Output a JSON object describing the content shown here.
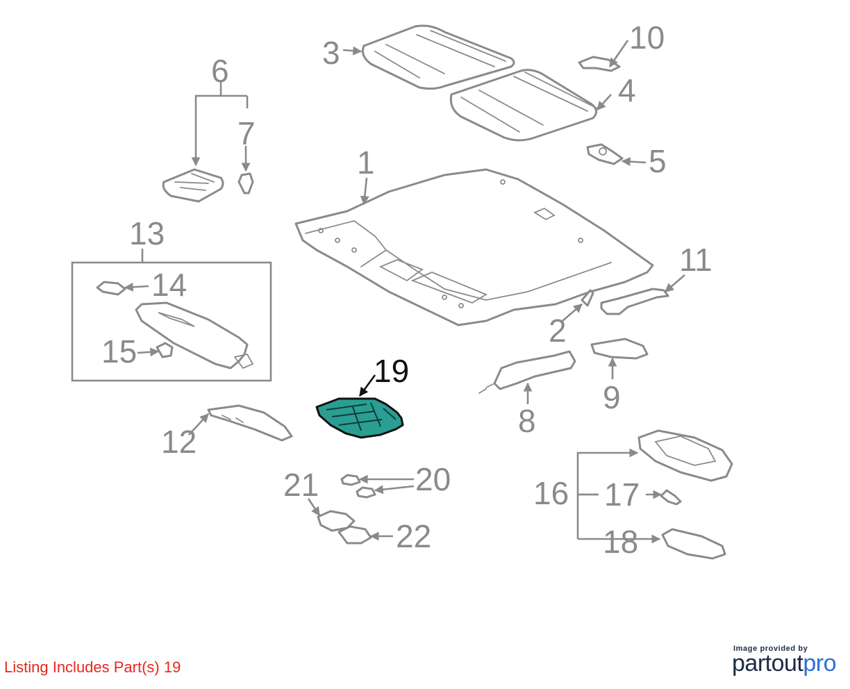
{
  "callouts": [
    {
      "id": "1",
      "label": "1"
    },
    {
      "id": "2",
      "label": "2"
    },
    {
      "id": "3",
      "label": "3"
    },
    {
      "id": "4",
      "label": "4"
    },
    {
      "id": "5",
      "label": "5"
    },
    {
      "id": "6",
      "label": "6"
    },
    {
      "id": "7",
      "label": "7"
    },
    {
      "id": "8",
      "label": "8"
    },
    {
      "id": "9",
      "label": "9"
    },
    {
      "id": "10",
      "label": "10"
    },
    {
      "id": "11",
      "label": "11"
    },
    {
      "id": "12",
      "label": "12"
    },
    {
      "id": "13",
      "label": "13"
    },
    {
      "id": "14",
      "label": "14"
    },
    {
      "id": "15",
      "label": "15"
    },
    {
      "id": "16",
      "label": "16"
    },
    {
      "id": "17",
      "label": "17"
    },
    {
      "id": "18",
      "label": "18"
    },
    {
      "id": "19",
      "label": "19"
    },
    {
      "id": "20",
      "label": "20"
    },
    {
      "id": "21",
      "label": "21"
    },
    {
      "id": "22",
      "label": "22"
    }
  ],
  "highlighted_part": "19",
  "listing_text": "Listing Includes Part(s)  19",
  "credit": {
    "small": "Image provided by",
    "brand_part1": "partout",
    "brand_part2": "pro"
  },
  "colors": {
    "line_gray": "#8a8a8a",
    "highlight_fill": "#2a9e93",
    "listing_red": "#e8261b",
    "brand_dark": "#1c2a44",
    "brand_blue": "#2f6fd6"
  }
}
